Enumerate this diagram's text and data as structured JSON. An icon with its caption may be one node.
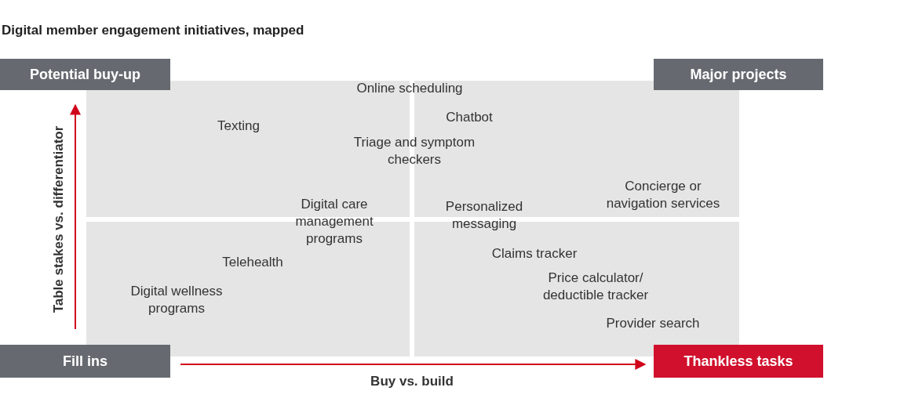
{
  "diagram": {
    "title": "Digital member engagement initiatives, mapped",
    "nodes": [
      {
        "text": [
          "Potential buy-up"
        ]
      },
      {
        "text": [
          "Major projects"
        ]
      },
      {
        "text": [
          "Fill ins"
        ]
      },
      {
        "text": [
          "Thankless tasks"
        ]
      }
    ],
    "labels": [
      "Online scheduling",
      "Chatbot",
      "Texting",
      "Triage and symptom checkers",
      "Concierge or navigation services",
      "Digital care management programs",
      "Personalized messaging",
      "Claims tracker",
      "Telehealth",
      "Price calculator/ deductible tracker",
      "Digital wellness programs",
      "Provider search",
      "Table stakes vs. differentiator",
      "Buy vs. build"
    ]
  }
}
